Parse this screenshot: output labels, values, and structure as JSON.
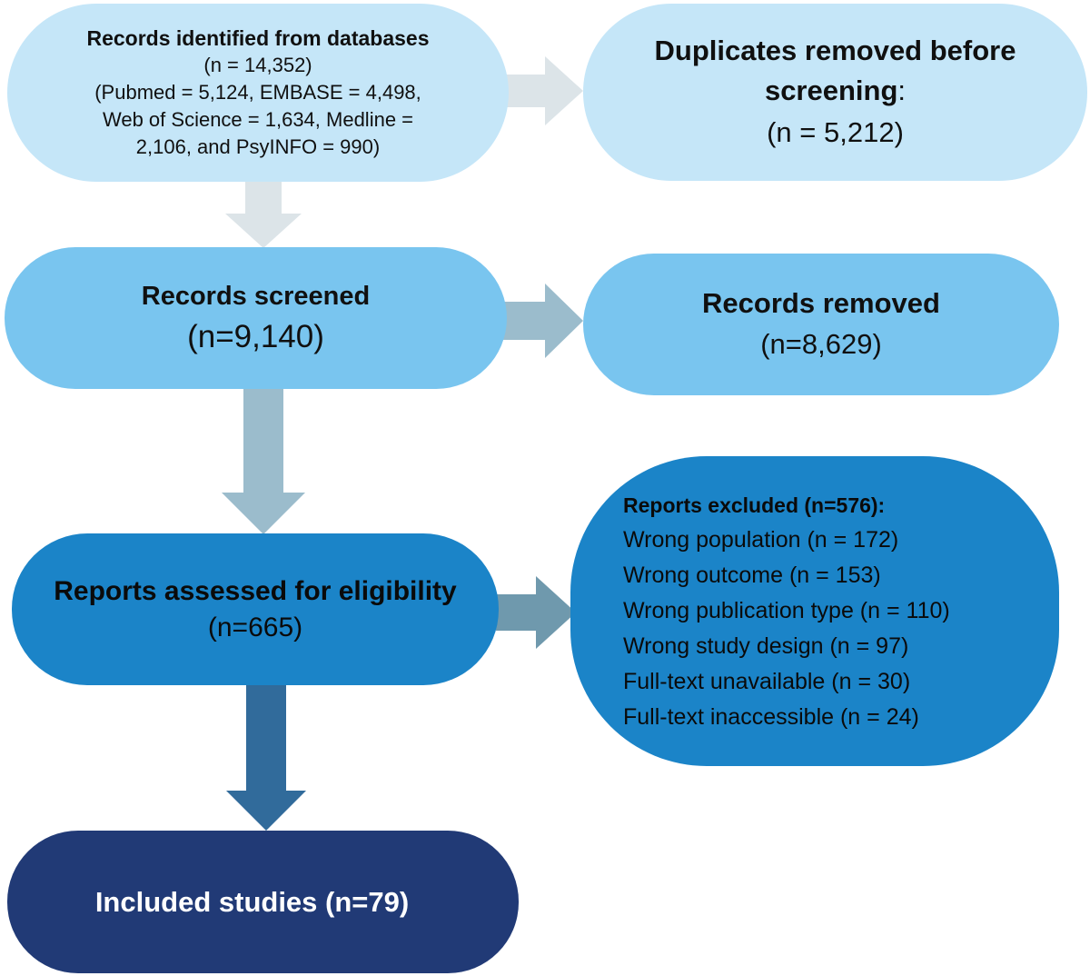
{
  "flow": {
    "identified": {
      "title": "Records identified from databases",
      "count": "(n = 14,352)",
      "detail_lines": [
        "(Pubmed = 5,124, EMBASE = 4,498,",
        "Web of Science = 1,634, Medline =",
        "2,106,  and PsyINFO = 990)"
      ]
    },
    "duplicates": {
      "title_line1": "Duplicates removed before",
      "title_line2": "screening",
      "colon": ":",
      "count": "(n = 5,212)"
    },
    "screened": {
      "title": "Records screened",
      "count": "(n=9,140)"
    },
    "removed": {
      "title": "Records removed",
      "count": "(n=8,629)"
    },
    "assessed": {
      "title": "Reports assessed for eligibility",
      "count": "(n=665)"
    },
    "excluded": {
      "title": "Reports excluded (n=576):",
      "reasons": [
        "Wrong population (n = 172)",
        "Wrong outcome (n = 153)",
        "Wrong publication type (n = 110)",
        "Wrong study design (n = 97)",
        "Full-text unavailable (n = 30)",
        "Full-text inaccessible (n = 24)"
      ]
    },
    "included": {
      "title": "Included studies (n=79)"
    }
  },
  "colors": {
    "stage1": "#c5e6f8",
    "stage2": "#79c5ef",
    "stage3": "#1b84c8",
    "stage4": "#213a76",
    "arrow1": "#dce4e8",
    "arrow2": "#9bbccc",
    "arrow3": "#6f99ad",
    "arrow4": "#316b9b"
  }
}
